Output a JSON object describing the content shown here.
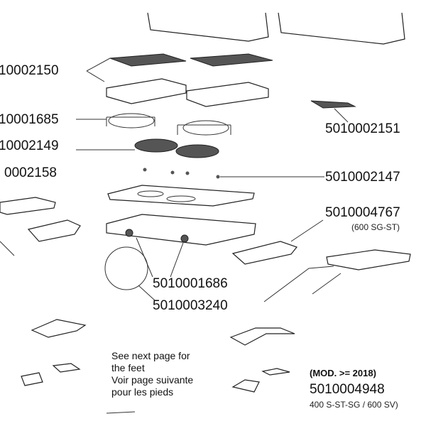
{
  "labels": {
    "grill_plates": "10002150",
    "pan_supports": "10001685",
    "burners": "10002149",
    "caps": "0002158",
    "grill_pan": "5010002151",
    "screws": "5010002147",
    "hinges": "5010004767",
    "hinges_note": "(600 SG-ST)",
    "knobs": "5010001686",
    "knob_clip": "5010003240",
    "feet_mod": "(MOD. >= 2018)",
    "feet_part": "5010004948",
    "feet_models": "400 S-ST-SG / 600 SV)"
  },
  "note": {
    "line1": "See next page for",
    "line2": "the feet",
    "line3": "Voir page suivante",
    "line4": "pour les pieds"
  }
}
